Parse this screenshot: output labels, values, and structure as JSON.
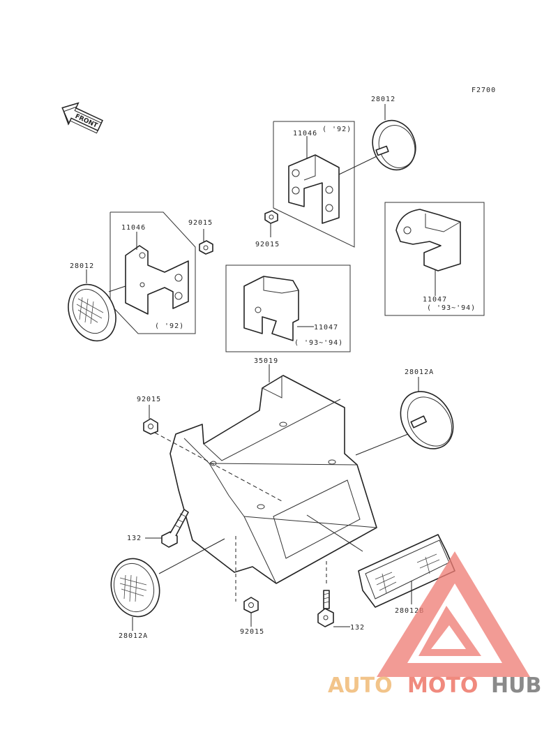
{
  "figure_code": "F2700",
  "front_arrow": "FRONT",
  "labels": {
    "lamp_top_right": "28012",
    "bracket_top_right": "11046",
    "bracket_top_right_year": "( '92)",
    "nut_top_right": "92015",
    "bracket_left": "11046",
    "nut_left": "92015",
    "lamp_left": "28012",
    "bracket_left_year": "( '92)",
    "bracket_center": "11047",
    "bracket_center_year": "( '93~'94)",
    "bracket_right": "11047",
    "bracket_right_year": "( '93~'94)",
    "main_bracket": "35019",
    "nut_main": "92015",
    "lamp_main_right": "28012A",
    "bolt_left": "132",
    "lamp_bottom_left": "28012A",
    "nut_bottom": "92015",
    "lamp_rear": "28012B",
    "bolt_bottom": "132"
  },
  "watermark": {
    "text_a": "AUTO",
    "text_b": "MOTO",
    "text_c": "HUB",
    "color_a": "#f2c48a",
    "color_b": "#f08a7e",
    "color_c": "#8a8a8a",
    "logo_color": "#ef7c74"
  }
}
